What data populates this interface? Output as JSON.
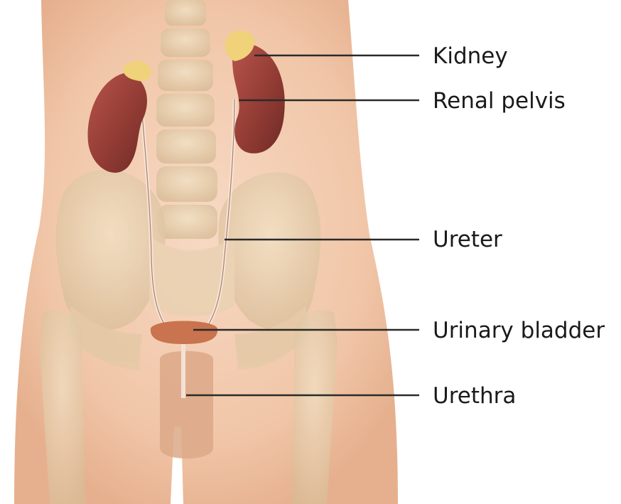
{
  "labels": {
    "kidney": "Kidney",
    "renal_pelvis": "Renal pelvis",
    "ureter": "Ureter",
    "urinary_bladder": "Urinary bladder",
    "urethra": "Urethra"
  },
  "colors": {
    "background": "#ffffff",
    "skin": "#f3cdb2",
    "bone": "#e6cfae",
    "kidney": "#9b3e36",
    "adrenal_gland": "#efd27a",
    "bladder": "#c9734f",
    "leader_line": "#2a2a2a"
  }
}
